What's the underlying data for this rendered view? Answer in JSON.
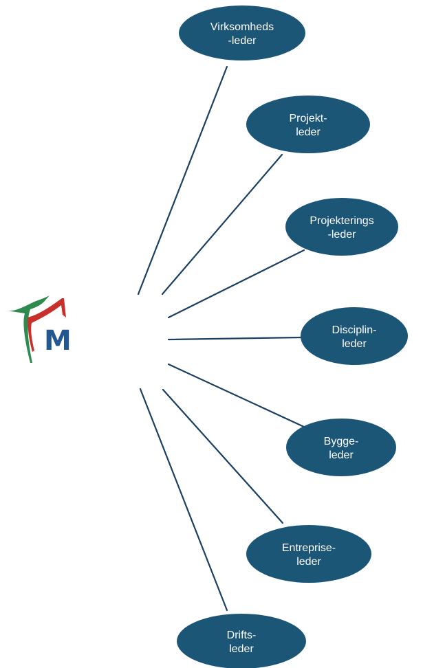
{
  "logo": {
    "letter": "M",
    "name": "M-logo",
    "colors": {
      "letter": "#23578f",
      "green": "#2e8b50",
      "red": "#c8302c"
    }
  },
  "nodes": [
    {
      "id": "virksomhedsleder",
      "lines": [
        "Virksomheds",
        "-leder"
      ]
    },
    {
      "id": "projektleder",
      "lines": [
        "Projekt-",
        "leder"
      ]
    },
    {
      "id": "projekteringsleder",
      "lines": [
        "Projekterings",
        "-leder"
      ]
    },
    {
      "id": "disciplinleder",
      "lines": [
        "Disciplin-",
        "leder"
      ]
    },
    {
      "id": "byggeleder",
      "lines": [
        "Bygge-",
        "leder"
      ]
    },
    {
      "id": "entrepriseleder",
      "lines": [
        "Entreprise-",
        "leder"
      ]
    },
    {
      "id": "driftsleder",
      "lines": [
        "Drifts-",
        "leder"
      ]
    }
  ],
  "colors": {
    "node_fill": "#1c5677",
    "node_text": "#ffffff",
    "connector": "#1b3f61"
  }
}
